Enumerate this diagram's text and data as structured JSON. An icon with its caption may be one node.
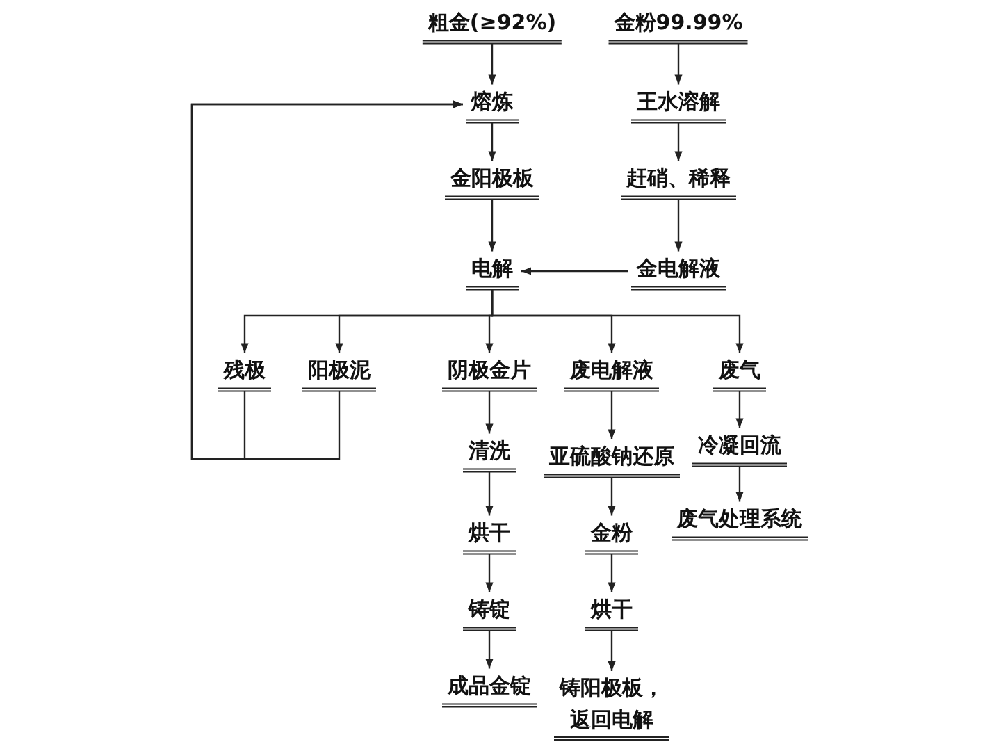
{
  "diagram": {
    "nodes": [
      {
        "text": [
          "粗金(≥92%)"
        ]
      },
      {
        "text": [
          "金粉99.99%"
        ]
      },
      {
        "text": [
          "熔炼"
        ]
      },
      {
        "text": [
          "王水溶解"
        ]
      },
      {
        "text": [
          "金阳极板"
        ]
      },
      {
        "text": [
          "赶硝、稀释"
        ]
      },
      {
        "text": [
          "电解"
        ]
      },
      {
        "text": [
          "金电解液"
        ]
      },
      {
        "text": [
          "残极"
        ]
      },
      {
        "text": [
          "阳极泥"
        ]
      },
      {
        "text": [
          "阴极金片"
        ]
      },
      {
        "text": [
          "废电解液"
        ]
      },
      {
        "text": [
          "废气"
        ]
      },
      {
        "text": [
          "清洗"
        ]
      },
      {
        "text": [
          "亚硫酸钠还原"
        ]
      },
      {
        "text": [
          "冷凝回流"
        ]
      },
      {
        "text": [
          "烘干"
        ]
      },
      {
        "text": [
          "金粉"
        ]
      },
      {
        "text": [
          "废气处理系统"
        ]
      },
      {
        "text": [
          "铸锭"
        ]
      },
      {
        "text": [
          "烘干"
        ]
      },
      {
        "text": [
          "成品金锭"
        ]
      },
      {
        "text": [
          "铸阳极板，返回电解"
        ]
      }
    ],
    "edges": [
      {
        "from": 0,
        "to": 2,
        "arrow": "to"
      },
      {
        "from": 2,
        "to": 4,
        "arrow": "to"
      },
      {
        "from": 4,
        "to": 6,
        "arrow": "to"
      },
      {
        "from": 1,
        "to": 3,
        "arrow": "to"
      },
      {
        "from": 3,
        "to": 5,
        "arrow": "to"
      },
      {
        "from": 5,
        "to": 7,
        "arrow": "to"
      },
      {
        "from": 7,
        "to": 6,
        "arrow": "to"
      },
      {
        "from": 6,
        "to": 8,
        "arrow": "to"
      },
      {
        "from": 6,
        "to": 9,
        "arrow": "to"
      },
      {
        "from": 6,
        "to": 10,
        "arrow": "to"
      },
      {
        "from": 6,
        "to": 11,
        "arrow": "to"
      },
      {
        "from": 6,
        "to": 12,
        "arrow": "to"
      },
      {
        "from": 8,
        "to": 2,
        "arrow": "to"
      },
      {
        "from": 9,
        "to": 2,
        "arrow": "to"
      },
      {
        "from": 10,
        "to": 13,
        "arrow": "to"
      },
      {
        "from": 13,
        "to": 16,
        "arrow": "to"
      },
      {
        "from": 16,
        "to": 19,
        "arrow": "to"
      },
      {
        "from": 19,
        "to": 21,
        "arrow": "to"
      },
      {
        "from": 11,
        "to": 14,
        "arrow": "to"
      },
      {
        "from": 14,
        "to": 17,
        "arrow": "to"
      },
      {
        "from": 17,
        "to": 20,
        "arrow": "to"
      },
      {
        "from": 20,
        "to": 22,
        "arrow": "to"
      },
      {
        "from": 12,
        "to": 15,
        "arrow": "to"
      },
      {
        "from": 15,
        "to": 18,
        "arrow": "to"
      }
    ]
  }
}
